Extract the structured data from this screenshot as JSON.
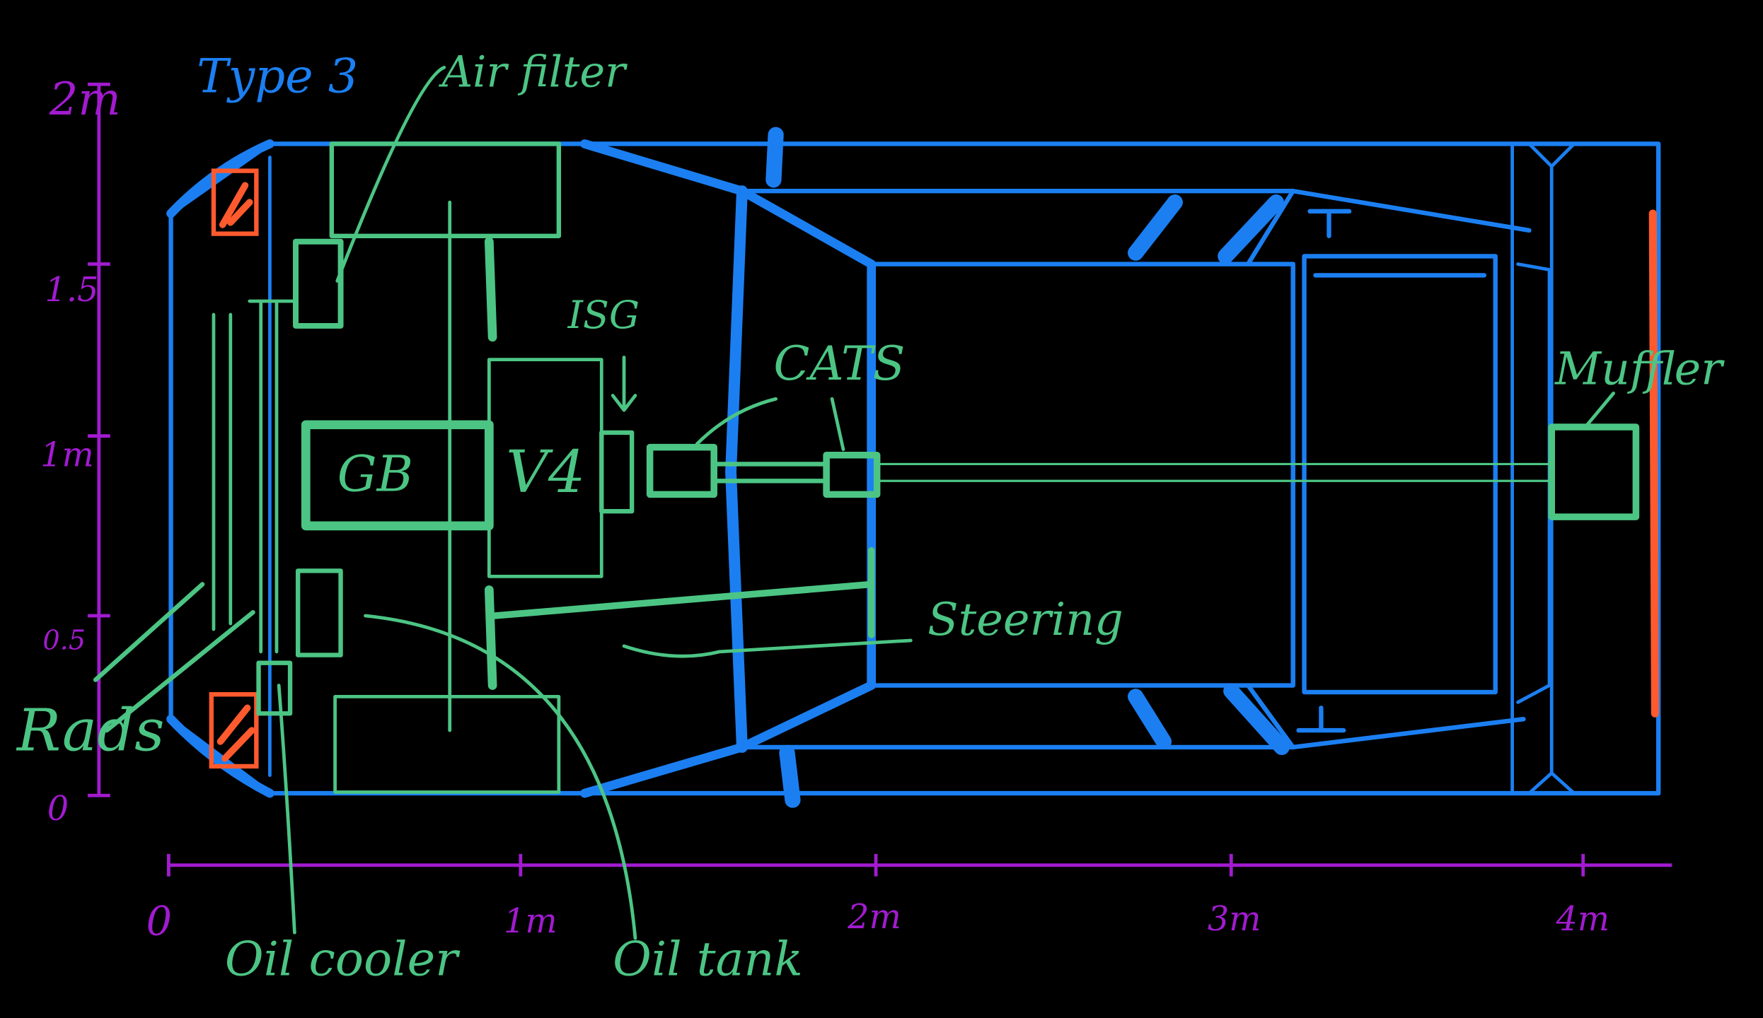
{
  "title": "Type 3",
  "colors": {
    "body": "#1b7ff2",
    "components": "#4cc584",
    "axes": "#a21bd0",
    "radiators": "#ff5a2e"
  },
  "labels": {
    "air_filter": "Air filter",
    "isg": "ISG",
    "engine": "V4",
    "gearbox": "GB",
    "cats": "CATS",
    "muffler": "Muffler",
    "steering": "Steering",
    "rads": "Rads",
    "oil_cooler": "Oil cooler",
    "oil_tank": "Oil tank"
  },
  "y_axis": {
    "ticks": [
      "0",
      "0.5",
      "1m",
      "1.5",
      "2m"
    ]
  },
  "x_axis": {
    "ticks": [
      "0",
      "1m",
      "2m",
      "3m",
      "4m"
    ]
  }
}
